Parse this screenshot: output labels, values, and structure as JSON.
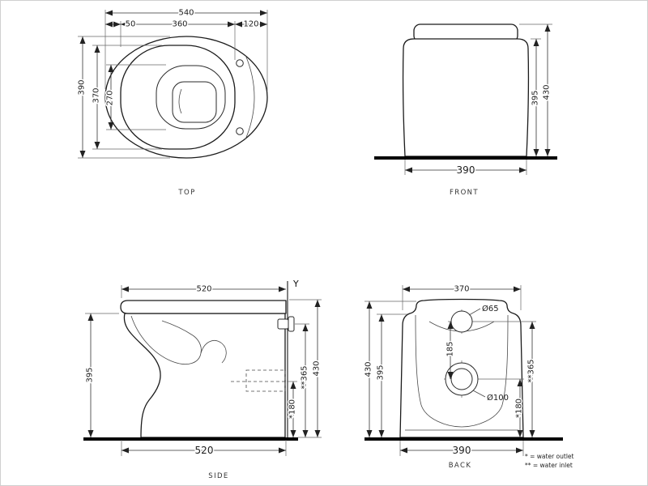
{
  "views": {
    "top": {
      "label": "TOP",
      "dim_540": "540",
      "dim_360": "360",
      "dim_50": "50",
      "dim_120": "120",
      "dim_390": "390",
      "dim_370": "370",
      "dim_270": "270"
    },
    "front": {
      "label": "FRONT",
      "dim_width_bottom": "390",
      "dim_height_rim": "395",
      "dim_height_total": "430"
    },
    "side": {
      "label": "SIDE",
      "datum": "Y",
      "dim_depth_top": "520",
      "dim_depth_bottom": "520",
      "dim_height_rim": "395",
      "dim_height_total": "430",
      "dim_inlet_height": "**365",
      "dim_outlet_height": "*180"
    },
    "back": {
      "label": "BACK",
      "dim_width_top": "370",
      "dim_width_bottom": "390",
      "dim_height_total": "430",
      "dim_height_rim": "395",
      "dim_inlet_height": "**365",
      "dim_outlet_height": "*180",
      "dim_inlet_offset": "185",
      "dia_inlet": "Ø65",
      "dia_outlet": "Ø100"
    },
    "notes": {
      "outlet": "* = water outlet",
      "inlet": "** = water inlet"
    }
  }
}
